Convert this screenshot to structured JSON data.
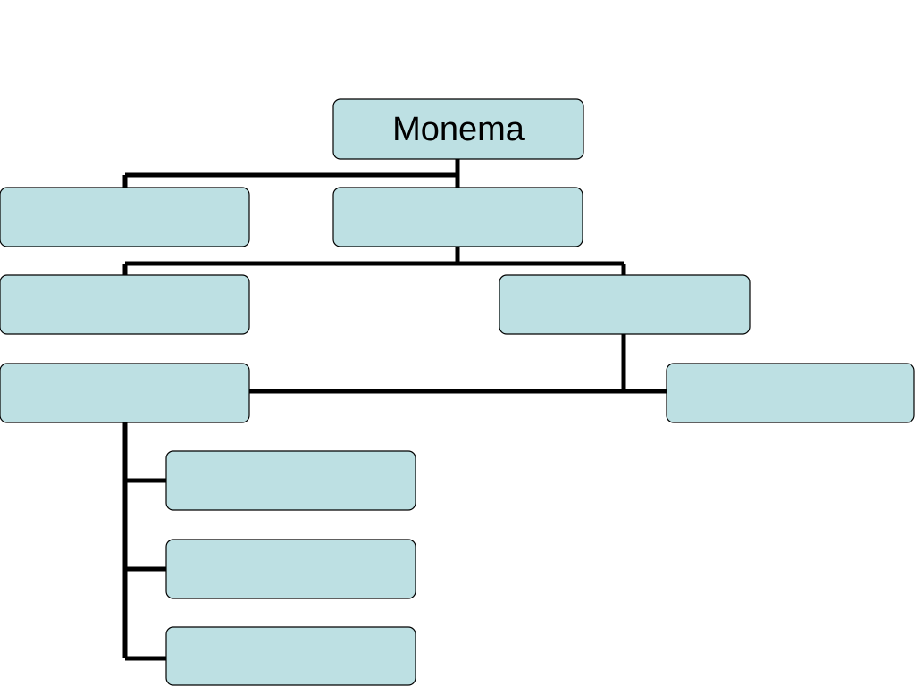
{
  "colors": {
    "node_fill": "#bde0e3",
    "node_border": "#000000",
    "connector": "#000000",
    "background": "#ffffff"
  },
  "nodes": [
    {
      "id": "root",
      "label": "Monema"
    },
    {
      "id": "n1",
      "label": ""
    },
    {
      "id": "n2",
      "label": ""
    },
    {
      "id": "n3",
      "label": ""
    },
    {
      "id": "n4",
      "label": ""
    },
    {
      "id": "n5",
      "label": ""
    },
    {
      "id": "n6",
      "label": ""
    },
    {
      "id": "n7",
      "label": ""
    },
    {
      "id": "n8",
      "label": ""
    },
    {
      "id": "n9",
      "label": ""
    }
  ],
  "edges": [
    {
      "from": "root",
      "to": "n1"
    },
    {
      "from": "root",
      "to": "n2"
    },
    {
      "from": "n2",
      "to": "n3"
    },
    {
      "from": "n2",
      "to": "n4"
    },
    {
      "from": "n4",
      "to": "n5"
    },
    {
      "from": "n4",
      "to": "n6"
    },
    {
      "from": "n5",
      "to": "n7"
    },
    {
      "from": "n5",
      "to": "n8"
    },
    {
      "from": "n5",
      "to": "n9"
    }
  ]
}
